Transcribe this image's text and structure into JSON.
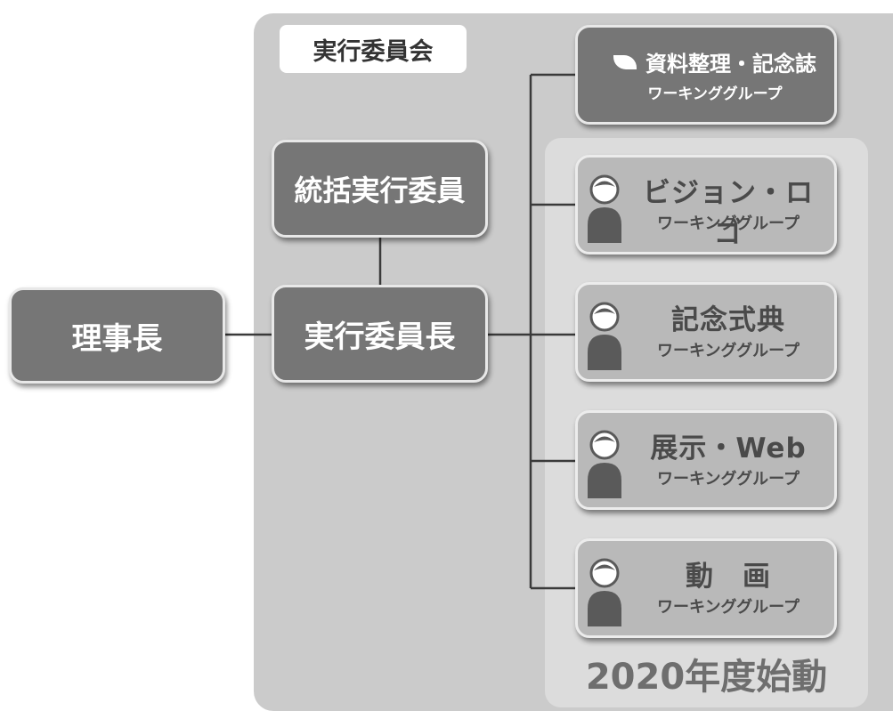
{
  "committee": {
    "label": "実行委員会"
  },
  "chairman": {
    "label": "理事長"
  },
  "general_member": {
    "label": "統括実行委員"
  },
  "chief": {
    "label": "実行委員長"
  },
  "working_groups": [
    {
      "title": "資料整理・記念誌",
      "subtitle": "ワーキンググループ",
      "icon": "leaf-icon"
    },
    {
      "title": "ビジョン・ロゴ",
      "subtitle": "ワーキンググループ",
      "icon": "person-icon"
    },
    {
      "title": "記念式典",
      "subtitle": "ワーキンググループ",
      "icon": "person-icon"
    },
    {
      "title": "展示・Web",
      "subtitle": "ワーキンググループ",
      "icon": "person-icon"
    },
    {
      "title": "動　画",
      "subtitle": "ワーキンググループ",
      "icon": "person-icon"
    }
  ],
  "new_groups_label": "2020年度始動",
  "colors": {
    "dark_box": "#767676",
    "light_box": "#b9b9b9",
    "committee_bg": "#cbcbcb",
    "new_groups_bg": "#dcdcdc"
  }
}
